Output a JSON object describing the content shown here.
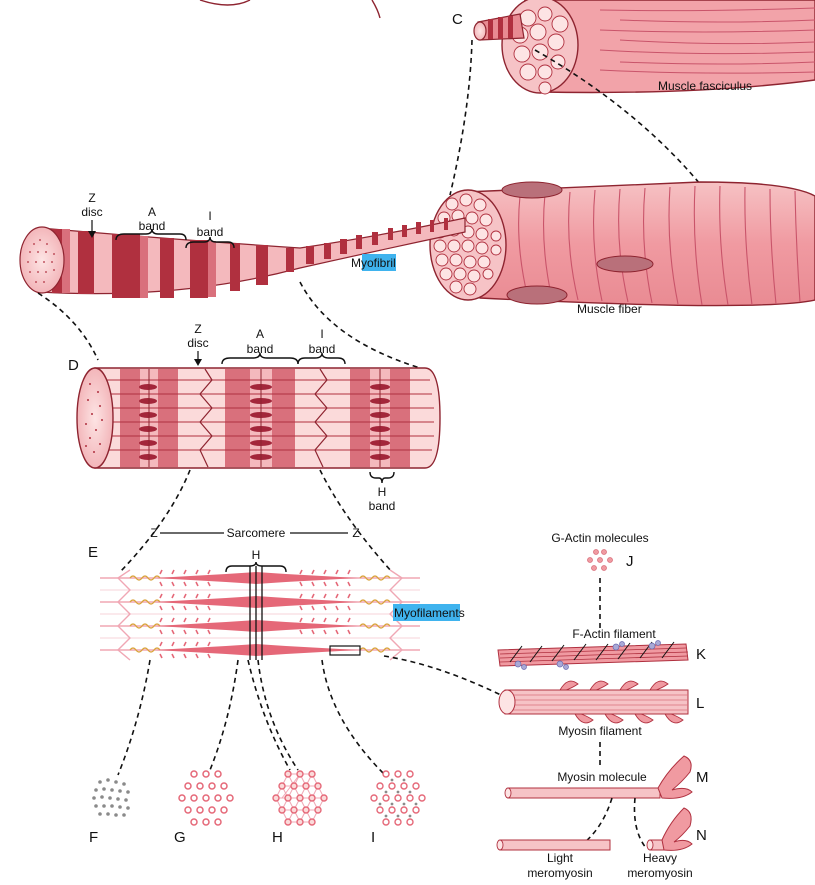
{
  "labels": {
    "C": "C",
    "D": "D",
    "E": "E",
    "F": "F",
    "G": "G",
    "H": "H",
    "I": "I",
    "J": "J",
    "K": "K",
    "L": "L",
    "M": "M",
    "N": "N"
  },
  "fasciculus": "Muscle fasciculus",
  "fiber": "Muscle fiber",
  "myofibril": {
    "pre": "M",
    "highlight": "yofibr",
    "post": "il"
  },
  "top_bands": {
    "z_line1": "Z",
    "z_line2": "disc",
    "a_line1": "A",
    "a_line2": "band",
    "i_line1": "I",
    "i_line2": "band"
  },
  "d_bands": {
    "z_line1": "Z",
    "z_line2": "disc",
    "a_line1": "A",
    "a_line2": "band",
    "i_line1": "I",
    "i_line2": "band",
    "h_line1": "H",
    "h_line2": "band"
  },
  "sarcomere": {
    "z_left": "Z",
    "z_right": "Z",
    "title": "Sarcomere",
    "h": "H"
  },
  "myofilaments": {
    "highlight": "Myofilament",
    "post": "s"
  },
  "g_actin": "G-Actin molecules",
  "f_actin": "F-Actin filament",
  "myosin_filament": "Myosin filament",
  "myosin_molecule": "Myosin molecule",
  "light_meromyosin": {
    "line1": "Light",
    "line2": "meromyosin"
  },
  "heavy_meromyosin": {
    "line1": "Heavy",
    "line2": "meromyosin"
  },
  "colors": {
    "dark": "#b0303f",
    "medium": "#d9707c",
    "light": "#f4b9bd",
    "pale": "#fbdada",
    "outline": "#8e2430",
    "actin_gold": "#d9a33a",
    "highlight": "#3fb3ee",
    "dots_gray": "#8a8a8a"
  },
  "icons": {
    "cross_section_f": "actin-dots-icon",
    "cross_section_g": "myosin-dots-icon",
    "cross_section_h": "hexagonal-lattice-icon",
    "cross_section_i": "mixed-lattice-icon"
  }
}
